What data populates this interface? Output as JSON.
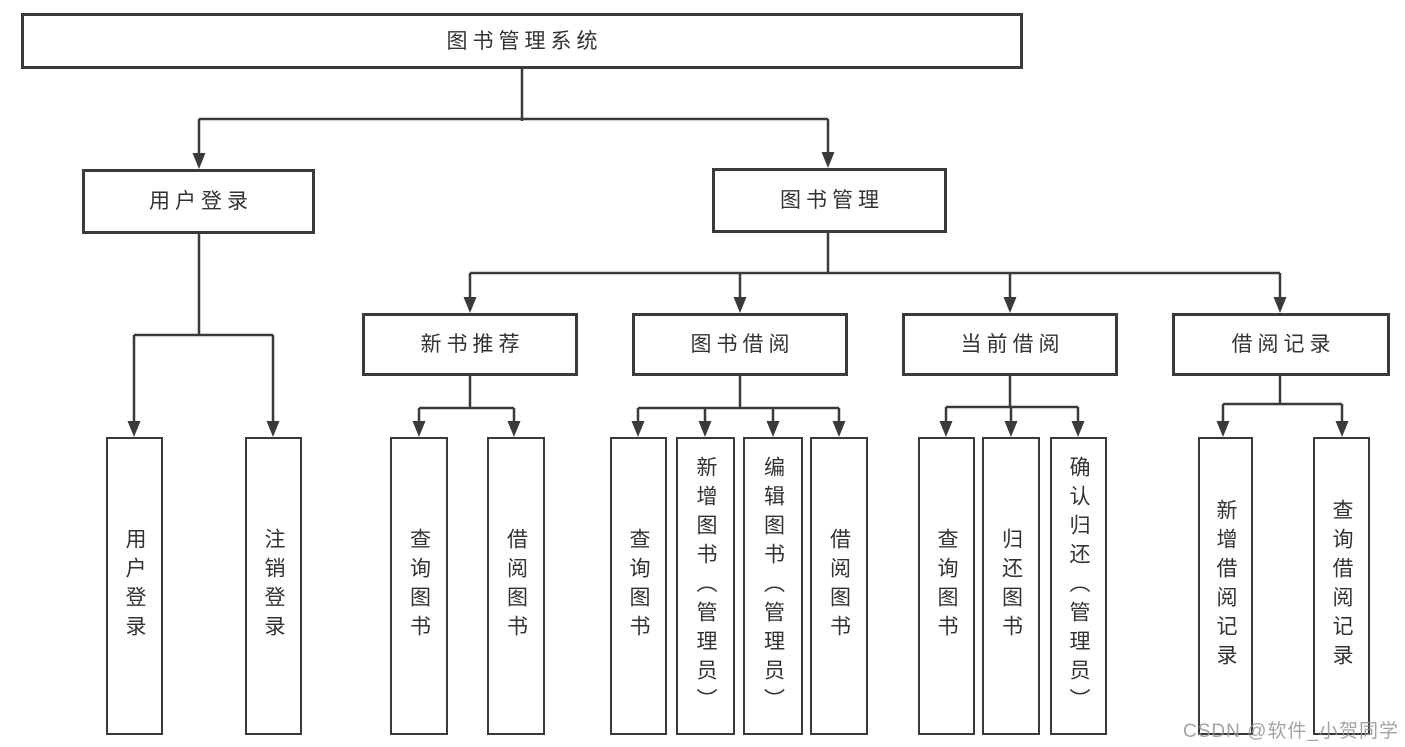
{
  "diagram": {
    "root": {
      "label": "图书管理系统"
    },
    "branches": [
      {
        "label": "用户登录",
        "children": [
          {
            "label": "用户登录"
          },
          {
            "label": "注销登录"
          }
        ]
      },
      {
        "label": "图书管理",
        "children": [
          {
            "label": "新书推荐",
            "children": [
              {
                "label": "查询图书"
              },
              {
                "label": "借阅图书"
              }
            ]
          },
          {
            "label": "图书借阅",
            "children": [
              {
                "label": "查询图书"
              },
              {
                "label": "新增图书（管理员）"
              },
              {
                "label": "编辑图书（管理员）"
              },
              {
                "label": "借阅图书"
              }
            ]
          },
          {
            "label": "当前借阅",
            "children": [
              {
                "label": "查询图书"
              },
              {
                "label": "归还图书"
              },
              {
                "label": "确认归还（管理员）"
              }
            ]
          },
          {
            "label": "借阅记录",
            "children": [
              {
                "label": "新增借阅记录"
              },
              {
                "label": "查询借阅记录"
              }
            ]
          }
        ]
      }
    ]
  },
  "watermark": {
    "text": "CSDN @软件_小贺同学"
  },
  "colors": {
    "line": "#3a3a3a",
    "text": "#333333",
    "watermark": "#949494",
    "background": "#ffffff"
  }
}
